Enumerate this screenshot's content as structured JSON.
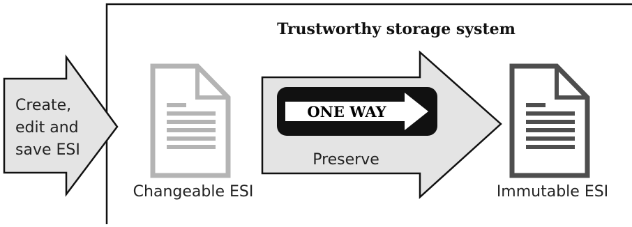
{
  "title": "Trustworthy storage system",
  "input": {
    "lines": [
      "Create,",
      "edit and",
      "save ESI"
    ]
  },
  "changeable": {
    "label": "Changeable ESI"
  },
  "preserve": {
    "sign_text": "ONE WAY",
    "label": "Preserve"
  },
  "immutable": {
    "label": "Immutable ESI"
  },
  "colors": {
    "arrow_fill": "#e4e4e4",
    "changeable_doc": "#b4b4b4",
    "immutable_doc": "#4e4e4e",
    "sign_bg": "#111111"
  }
}
